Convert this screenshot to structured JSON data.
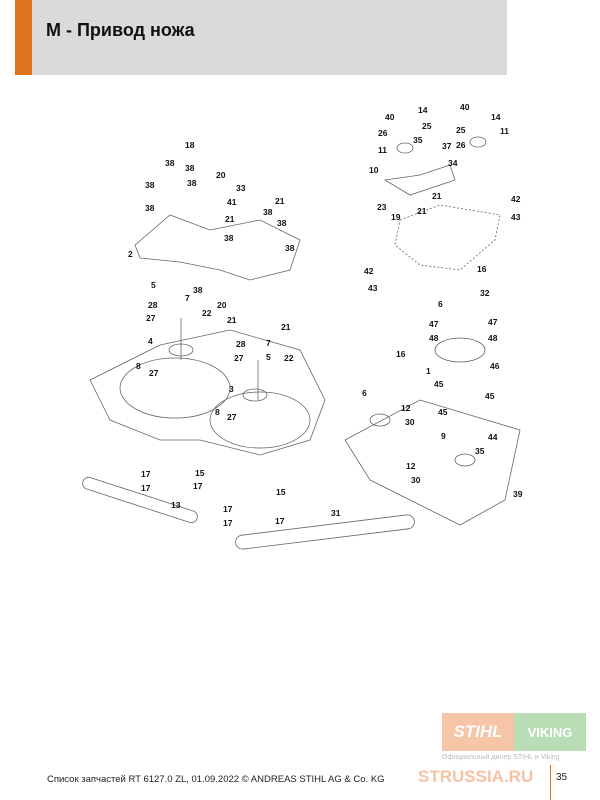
{
  "header": {
    "title": "M - Привод ножа"
  },
  "diagram": {
    "callouts": [
      "18",
      "20",
      "38",
      "38",
      "38",
      "38",
      "38",
      "33",
      "21",
      "41",
      "21",
      "38",
      "38",
      "38",
      "38",
      "2",
      "5",
      "7",
      "38",
      "28",
      "20",
      "27",
      "22",
      "21",
      "21",
      "4",
      "28",
      "7",
      "5",
      "8",
      "27",
      "27",
      "22",
      "3",
      "8",
      "27",
      "17",
      "15",
      "17",
      "17",
      "13",
      "15",
      "17",
      "17",
      "17",
      "31",
      "40",
      "14",
      "25",
      "26",
      "35",
      "11",
      "37",
      "34",
      "10",
      "21",
      "23",
      "21",
      "19",
      "40",
      "14",
      "25",
      "26",
      "11",
      "42",
      "43",
      "42",
      "43",
      "16",
      "32",
      "6",
      "47",
      "47",
      "48",
      "48",
      "16",
      "1",
      "46",
      "6",
      "45",
      "12",
      "30",
      "45",
      "45",
      "9",
      "44",
      "35",
      "12",
      "30",
      "39"
    ]
  },
  "footer": {
    "text": "Список запчастей RT 6127.0 ZL, 01.09.2022 © ANDREAS STIHL AG & Co. KG",
    "page": "35"
  },
  "watermark": {
    "stihl": "STIHL",
    "viking": "VIKING",
    "dealer": "Официальный дилер STIHL и Viking",
    "site": "STRUSSIA.RU"
  }
}
